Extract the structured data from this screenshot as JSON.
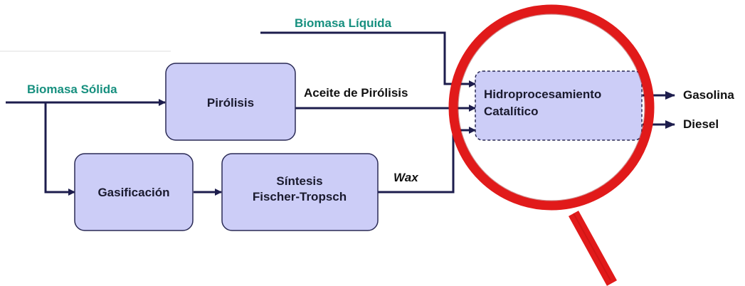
{
  "inputs": {
    "biomasa_liquida": "Biomasa Líquida",
    "biomasa_solida": "Biomasa Sólida"
  },
  "processes": {
    "pirolisis": "Pirólisis",
    "gasificacion": "Gasificación",
    "sintesis_line1": "Síntesis",
    "sintesis_line2": "Fischer-Tropsch",
    "hidro_line1": "Hidroprocesamiento",
    "hidro_line2": "Catalítico"
  },
  "flows": {
    "aceite": "Aceite de Pirólisis",
    "wax": "Wax"
  },
  "outputs": {
    "gasolina": "Gasolina",
    "diesel": "Diesel"
  },
  "colors": {
    "box_fill": "#cccdf7",
    "box_stroke": "#2a2a55",
    "line": "#1d1d4d",
    "input_text": "#17907f",
    "magnifier": "#e11a1a"
  },
  "icons": {
    "magnifier": "magnifying-glass-icon"
  }
}
